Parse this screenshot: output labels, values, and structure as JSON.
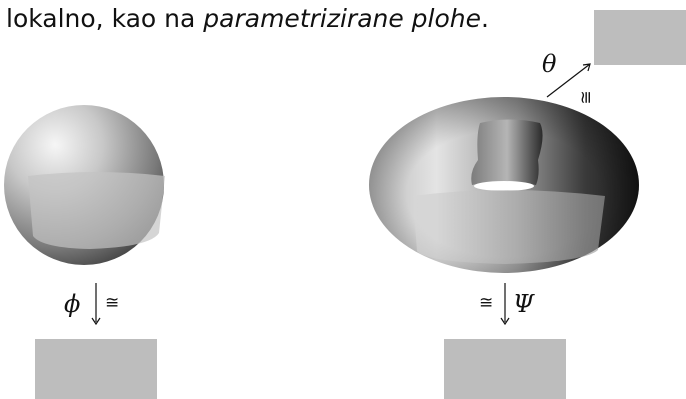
{
  "caption": {
    "prefix": "lokalno, kao na ",
    "emphasis": "parametrizirane plohe",
    "suffix": "."
  },
  "labels": {
    "theta": "θ",
    "phi": "ϕ",
    "psi": "Ψ",
    "cong": "≅"
  },
  "colors": {
    "box": "#bdbdbd",
    "text": "#111111"
  }
}
